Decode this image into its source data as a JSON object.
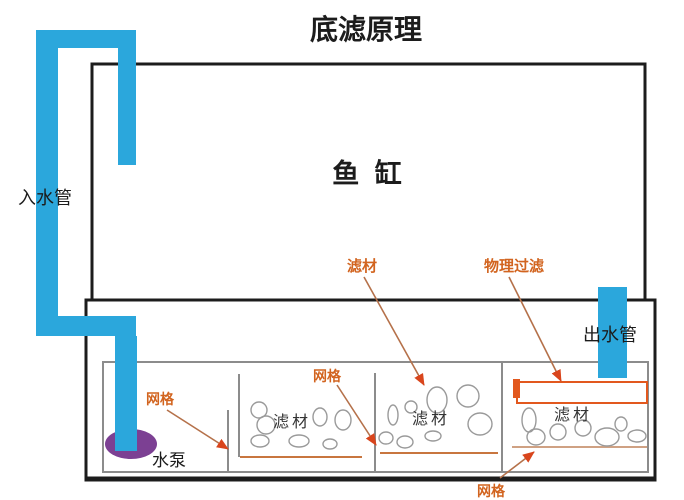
{
  "title": "底滤原理",
  "tank_label": "鱼 缸",
  "inlet_pipe_label": "入水管",
  "outlet_pipe_label": "出水管",
  "pump_label": "水泵",
  "media_labels": {
    "comp2": "滤材",
    "comp3": "滤材",
    "comp4": "滤材"
  },
  "annotations": {
    "media": "滤材",
    "physical_filtration": "物理过滤",
    "grid_comp2": "网格",
    "grid_comp3": "网格",
    "grid_comp4": "网格"
  },
  "colors": {
    "pipe_blue": "#2ba7dc",
    "pump_purple": "#7c4093",
    "tray_orange": "#e2581e",
    "annotation_text": "#d2641f",
    "annotation_line": "#b5714a",
    "arrow": "#d9451c",
    "grid_line": "#c8763f",
    "grid_line_light": "#cfa183",
    "outline_black": "#1c1c1c",
    "outline_gray": "#8c8c8c"
  }
}
